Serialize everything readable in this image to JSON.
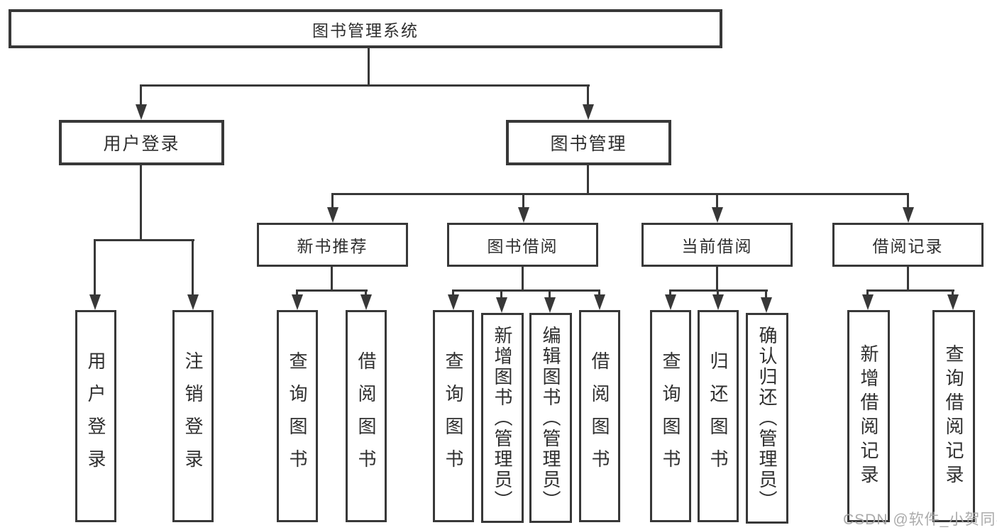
{
  "diagram": {
    "root": {
      "label": "图书管理系统"
    },
    "branches": [
      {
        "label": "用户登录",
        "children": [
          {
            "label": "用户登录"
          },
          {
            "label": "注销登录"
          }
        ]
      },
      {
        "label": "图书管理",
        "children": [
          {
            "label": "新书推荐",
            "children": [
              {
                "label": "查询图书"
              },
              {
                "label": "借阅图书"
              }
            ]
          },
          {
            "label": "图书借阅",
            "children": [
              {
                "label": "查询图书"
              },
              {
                "label": "新增图书（管理员）"
              },
              {
                "label": "编辑图书（管理员）"
              },
              {
                "label": "借阅图书"
              }
            ]
          },
          {
            "label": "当前借阅",
            "children": [
              {
                "label": "查询图书"
              },
              {
                "label": "归还图书"
              },
              {
                "label": "确认归还（管理员）"
              }
            ]
          },
          {
            "label": "借阅记录",
            "children": [
              {
                "label": "新增借阅记录"
              },
              {
                "label": "查询借阅记录"
              }
            ]
          }
        ]
      }
    ],
    "watermark": "CSDN @软件_小贺同学",
    "colors": {
      "line": "#383838",
      "text": "#2f2f2f",
      "background": "#ffffff",
      "watermark": "#a4a4a4"
    }
  }
}
